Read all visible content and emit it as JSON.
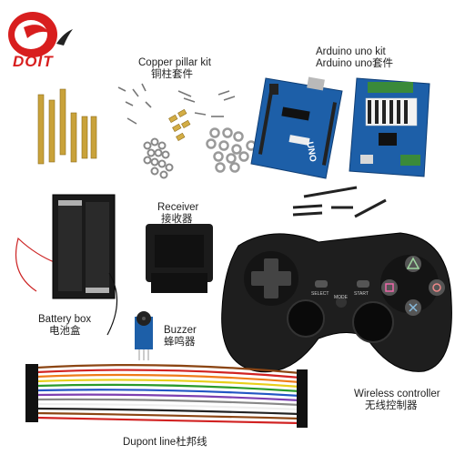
{
  "brand": {
    "name": "DOIT",
    "accent": "#d81e1e"
  },
  "labels": {
    "copper": {
      "en": "Copper pillar kit",
      "cn": "铜柱套件"
    },
    "arduino": {
      "en": "Arduino uno kit",
      "cn": "Arduino uno套件"
    },
    "receiver": {
      "en": "Receiver",
      "cn": "接收器"
    },
    "battery": {
      "en": "Battery box",
      "cn": "电池盒"
    },
    "buzzer": {
      "en": "Buzzer",
      "cn": "蜂鸣器"
    },
    "wireless": {
      "en": "Wireless controller",
      "cn": "无线控制器"
    },
    "dupont": {
      "en": "Dupont line",
      "cn": "杜邦线"
    }
  },
  "controller_buttons": {
    "select": "SELECT",
    "mode": "MODE",
    "start": "START"
  },
  "board_text": {
    "uno": "UNO"
  },
  "colors": {
    "board_blue": "#1d5fa8",
    "brass": "#c9a23a",
    "controller": "#1e1e1e",
    "shield_green": "#3a8a3a"
  }
}
